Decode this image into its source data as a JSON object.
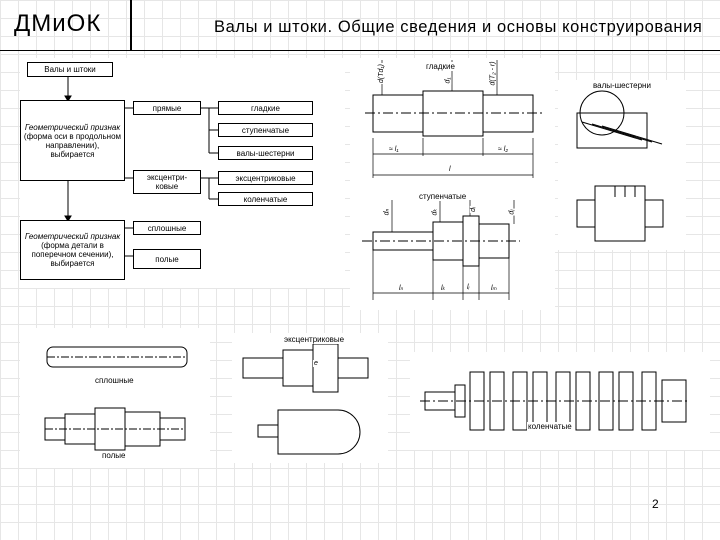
{
  "header": {
    "logo": "ДМиОК",
    "title": "Валы и штоки. Общие сведения и основы конструирования"
  },
  "flowchart": {
    "root": "Валы и штоки",
    "group1": {
      "title": "Геометрический признак",
      "desc": "(форма оси в продольном направлении), выбирается"
    },
    "group2": {
      "title": "Геометрический признак",
      "desc": "(форма детали в поперечном сечении), выбирается"
    },
    "straight": "прямые",
    "smooth": "гладкие",
    "stepped": "ступенчатые",
    "gear_shafts": "валы-шестерни",
    "eccentric": "эксцентри-ковые",
    "eccentric_type": "эксцентриковые",
    "crank": "коленчатые",
    "solid": "сплошные",
    "hollow": "полые"
  },
  "figures": {
    "smooth_label": "гладкие",
    "gear_label": "валы-шестерни",
    "stepped_label": "ступенчатые",
    "eccentric_label": "эксцентриковые",
    "solid_label": "сплошные",
    "hollow_label": "полые",
    "crank_label": "коленчатые",
    "dim_d_td": "d(Td₁)",
    "dim_d1": "d₁",
    "dim_d_t2": "d(T₂ - r)",
    "dim_l1": "≈ l₁",
    "dim_l": "l",
    "dim_l2": "≈ l₂",
    "dim_dn": "dₙ",
    "dim_dk": "dₖ",
    "dim_di": "dᵢ",
    "dim_dj": "dⱼ",
    "dim_ln": "lₙ",
    "dim_lk": "lₖ",
    "dim_li": "lᵢ",
    "dim_lm": "lₘ",
    "dim_e": "e"
  },
  "page": {
    "number": "2"
  }
}
